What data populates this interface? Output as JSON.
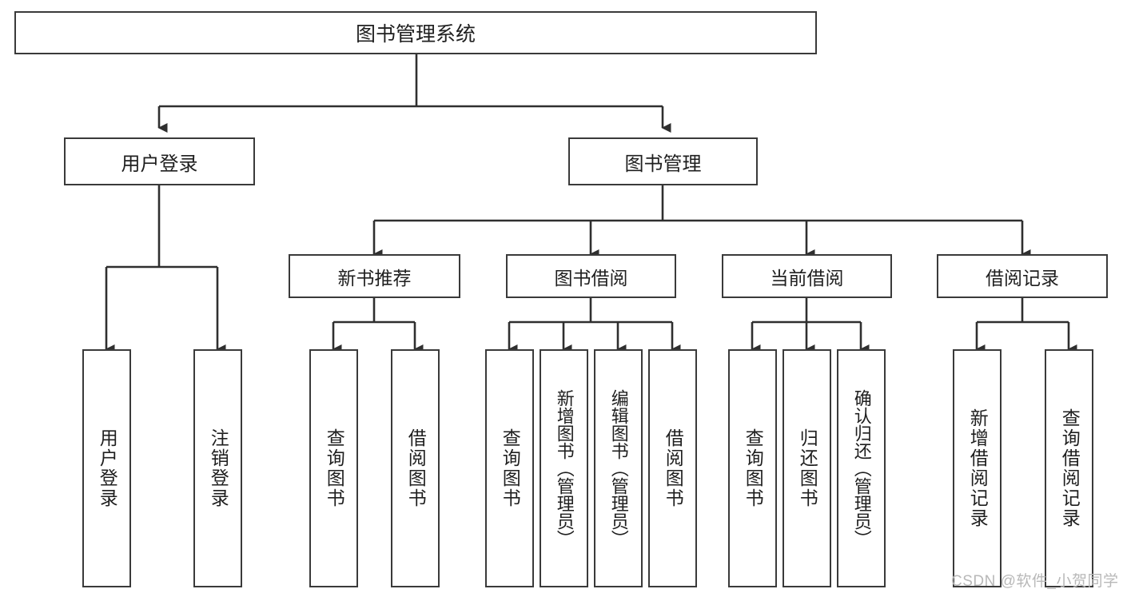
{
  "diagram": {
    "title": "图书管理系统",
    "root": {
      "label": "图书管理系统"
    },
    "level2": [
      {
        "label": "用户登录"
      },
      {
        "label": "图书管理"
      }
    ],
    "level3": [
      {
        "label": "新书推荐"
      },
      {
        "label": "图书借阅"
      },
      {
        "label": "当前借阅"
      },
      {
        "label": "借阅记录"
      }
    ],
    "leaves": {
      "user_login": [
        {
          "label": "用户登录"
        },
        {
          "label": "注销登录"
        }
      ],
      "new_book_recommend": [
        {
          "label": "查询图书"
        },
        {
          "label": "借阅图书"
        }
      ],
      "book_borrow": [
        {
          "label": "查询图书"
        },
        {
          "label": "新增图书（管理员）"
        },
        {
          "label": "编辑图书（管理员）"
        },
        {
          "label": "借阅图书"
        }
      ],
      "current_borrow": [
        {
          "label": "查询图书"
        },
        {
          "label": "归还图书"
        },
        {
          "label": "确认归还（管理员）"
        }
      ],
      "borrow_records": [
        {
          "label": "新增借阅记录"
        },
        {
          "label": "查询借阅记录"
        }
      ]
    },
    "watermark": "CSDN @软件_小贺同学",
    "colors": {
      "border": "#3a3a3a",
      "text": "#1f1f1f",
      "background": "#ffffff",
      "edge": "#2f2f2f",
      "watermark": "#b8b8b8"
    }
  }
}
